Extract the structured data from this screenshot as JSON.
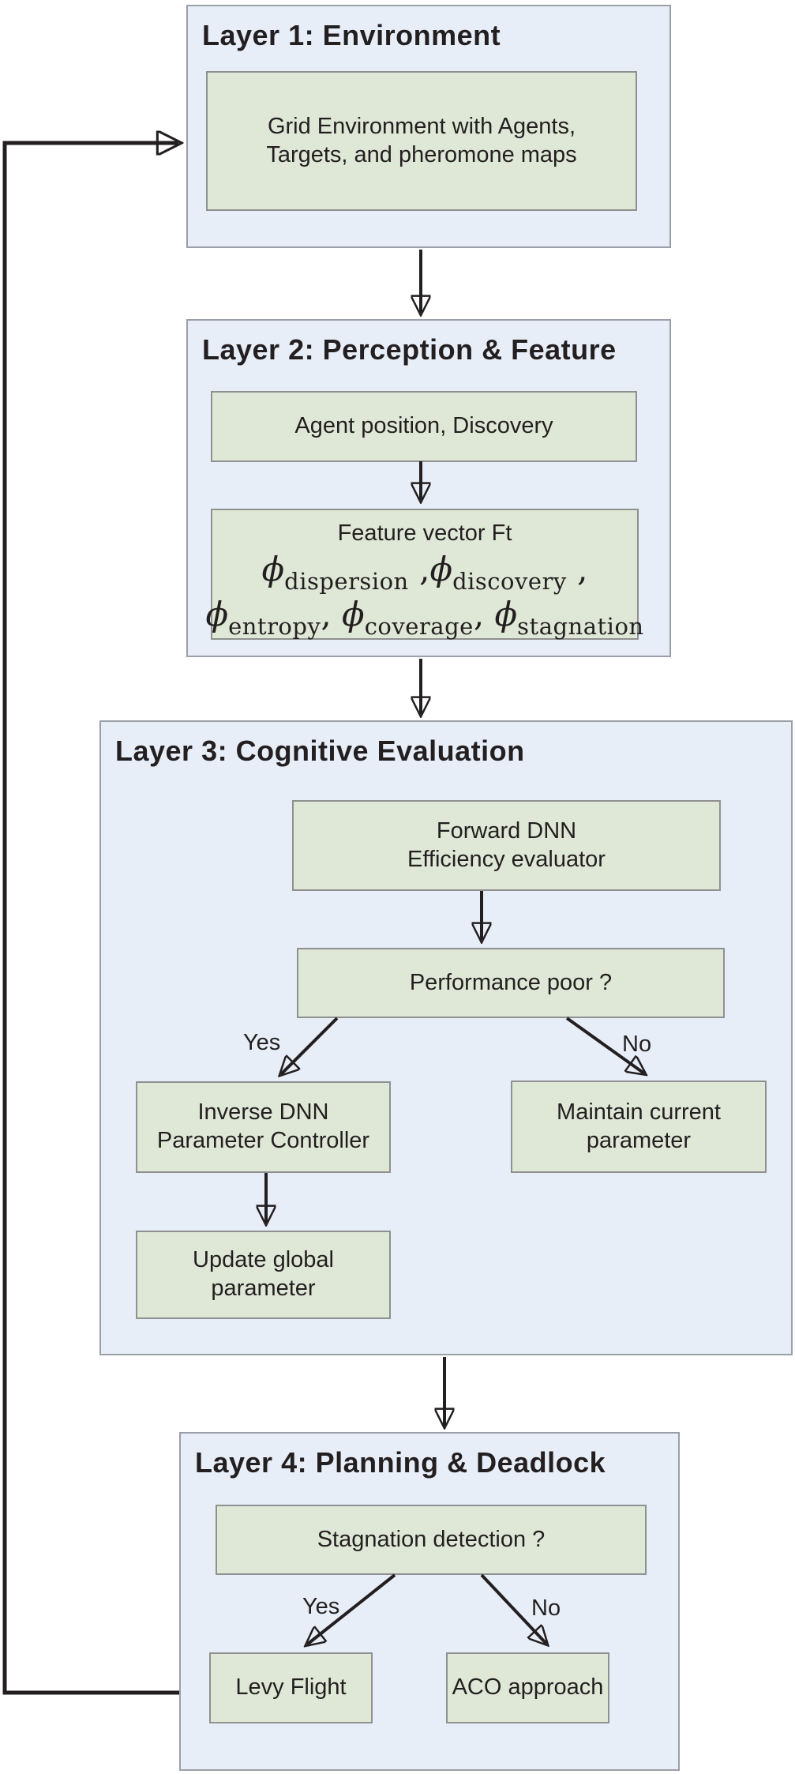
{
  "colors": {
    "layer_fill": "#e8eef8",
    "layer_border": "#9b9fa8",
    "node_fill": "#dfe8d6",
    "node_border": "#909090",
    "arrow": "#231f20",
    "text": "#231f20",
    "canvas_bg": "#ffffff"
  },
  "layer1": {
    "title": "Layer 1: Environment",
    "env_box": {
      "line1": "Grid Environment with Agents,",
      "line2": "Targets, and pheromone maps"
    }
  },
  "layer2": {
    "title": "Layer 2: Perception & Feature",
    "perception_box": "Agent position, Discovery",
    "feature_box": {
      "heading": "Feature vector Ft",
      "phis": [
        {
          "sym": "ϕ",
          "sub": "dispersion",
          "sep": " ,"
        },
        {
          "sym": "ϕ",
          "sub": "discovery",
          "sep": " ,"
        },
        {
          "sym": "ϕ",
          "sub": "entropy",
          "sep": ", "
        },
        {
          "sym": "ϕ",
          "sub": "coverage",
          "sep": ", "
        },
        {
          "sym": "ϕ",
          "sub": "stagnation",
          "sep": ""
        }
      ]
    }
  },
  "layer3": {
    "title": "Layer 3: Cognitive Evaluation",
    "forward_box": {
      "line1": "Forward DNN",
      "line2": "Efficiency evaluator"
    },
    "decision_box": "Performance poor ?",
    "yes_label": "Yes",
    "no_label": "No",
    "inverse_box": {
      "line1": "Inverse DNN",
      "line2": "Parameter Controller"
    },
    "maintain_box": {
      "line1": "Maintain current",
      "line2": "parameter"
    },
    "update_box": "Update global parameter"
  },
  "layer4": {
    "title": "Layer 4: Planning & Deadlock",
    "decision_box": "Stagnation detection ?",
    "yes_label": "Yes",
    "no_label": "No",
    "levy_box": "Levy Flight",
    "aco_box": "ACO approach"
  }
}
